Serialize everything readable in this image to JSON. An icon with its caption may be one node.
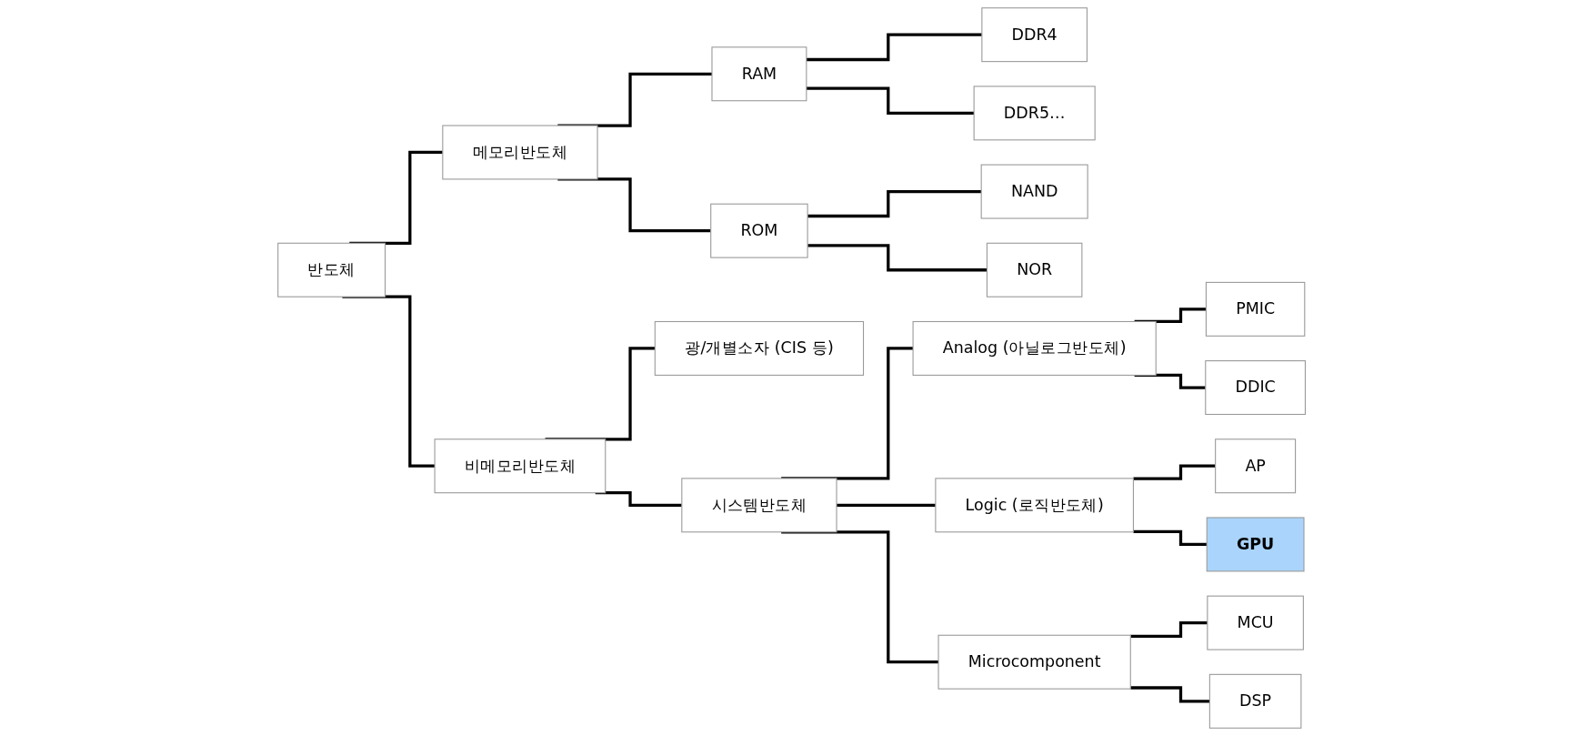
{
  "diagram": {
    "nodes": [
      {
        "text": [
          "반도체"
        ]
      },
      {
        "text": [
          "메모리반도체"
        ]
      },
      {
        "text": [
          "비메모리반도체"
        ]
      },
      {
        "text": [
          "RAM"
        ]
      },
      {
        "text": [
          "ROM"
        ]
      },
      {
        "text": [
          "DDR4"
        ]
      },
      {
        "text": [
          "DDR5…"
        ]
      },
      {
        "text": [
          "NAND"
        ]
      },
      {
        "text": [
          "NOR"
        ]
      },
      {
        "text": [
          "광/개별소자 (CIS 등)"
        ]
      },
      {
        "text": [
          "시스템반도체"
        ]
      },
      {
        "text": [
          "Analog (아닐로그반도체)"
        ]
      },
      {
        "text": [
          "Logic (로직반도체)"
        ]
      },
      {
        "text": [
          "Microcomponent"
        ]
      },
      {
        "text": [
          "PMIC"
        ]
      },
      {
        "text": [
          "DDIC"
        ]
      },
      {
        "text": [
          "AP"
        ]
      },
      {
        "text": [
          "GPU"
        ]
      },
      {
        "text": [
          "MCU"
        ]
      },
      {
        "text": [
          "DSP"
        ]
      }
    ],
    "edges": [
      {
        "from": 0,
        "to": 1,
        "arrow": "none"
      },
      {
        "from": 0,
        "to": 2,
        "arrow": "none"
      },
      {
        "from": 1,
        "to": 3,
        "arrow": "none"
      },
      {
        "from": 1,
        "to": 4,
        "arrow": "none"
      },
      {
        "from": 3,
        "to": 5,
        "arrow": "none"
      },
      {
        "from": 3,
        "to": 6,
        "arrow": "none"
      },
      {
        "from": 4,
        "to": 7,
        "arrow": "none"
      },
      {
        "from": 4,
        "to": 8,
        "arrow": "none"
      },
      {
        "from": 2,
        "to": 9,
        "arrow": "none"
      },
      {
        "from": 2,
        "to": 10,
        "arrow": "none"
      },
      {
        "from": 10,
        "to": 11,
        "arrow": "none"
      },
      {
        "from": 10,
        "to": 12,
        "arrow": "none"
      },
      {
        "from": 10,
        "to": 13,
        "arrow": "none"
      },
      {
        "from": 11,
        "to": 14,
        "arrow": "none"
      },
      {
        "from": 11,
        "to": 15,
        "arrow": "none"
      },
      {
        "from": 12,
        "to": 16,
        "arrow": "none"
      },
      {
        "from": 12,
        "to": 17,
        "arrow": "none"
      },
      {
        "from": 13,
        "to": 18,
        "arrow": "none"
      },
      {
        "from": 13,
        "to": 19,
        "arrow": "none"
      }
    ]
  }
}
